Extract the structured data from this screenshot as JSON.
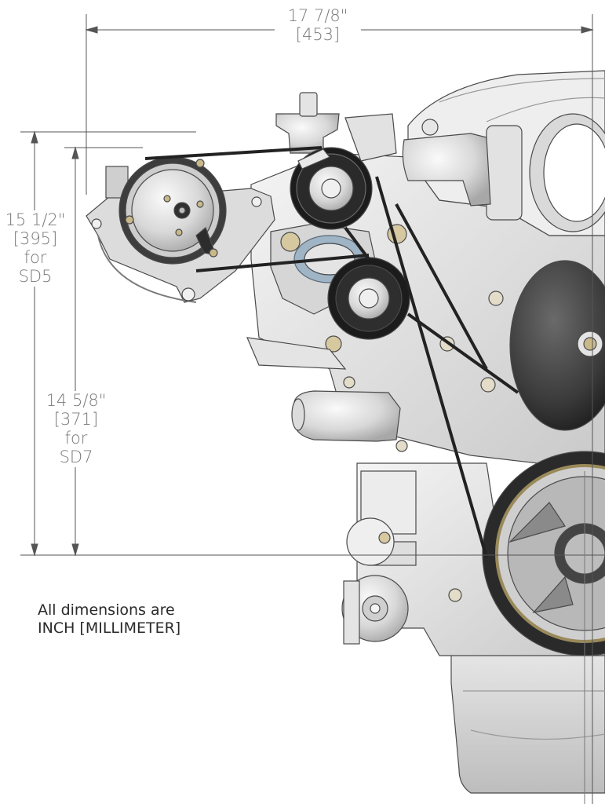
{
  "width_dimension": {
    "inches": "17 7/8\"",
    "millimeters": "[453]"
  },
  "height_sd5": {
    "inches": "15 1/2\"",
    "millimeters": "[395]",
    "for": "for",
    "model": "SD5"
  },
  "height_sd7": {
    "inches": "14 5/8\"",
    "millimeters": "[371]",
    "for": "for",
    "model": "SD7"
  },
  "note": {
    "line1": "All dimensions are",
    "line2": "INCH [MILLIMETER]"
  },
  "colors": {
    "line": "#555555",
    "text": "#7a7a7a",
    "metal_light": "#e9e9e9",
    "metal_dark": "#3a3a3a",
    "belt": "#222222"
  }
}
